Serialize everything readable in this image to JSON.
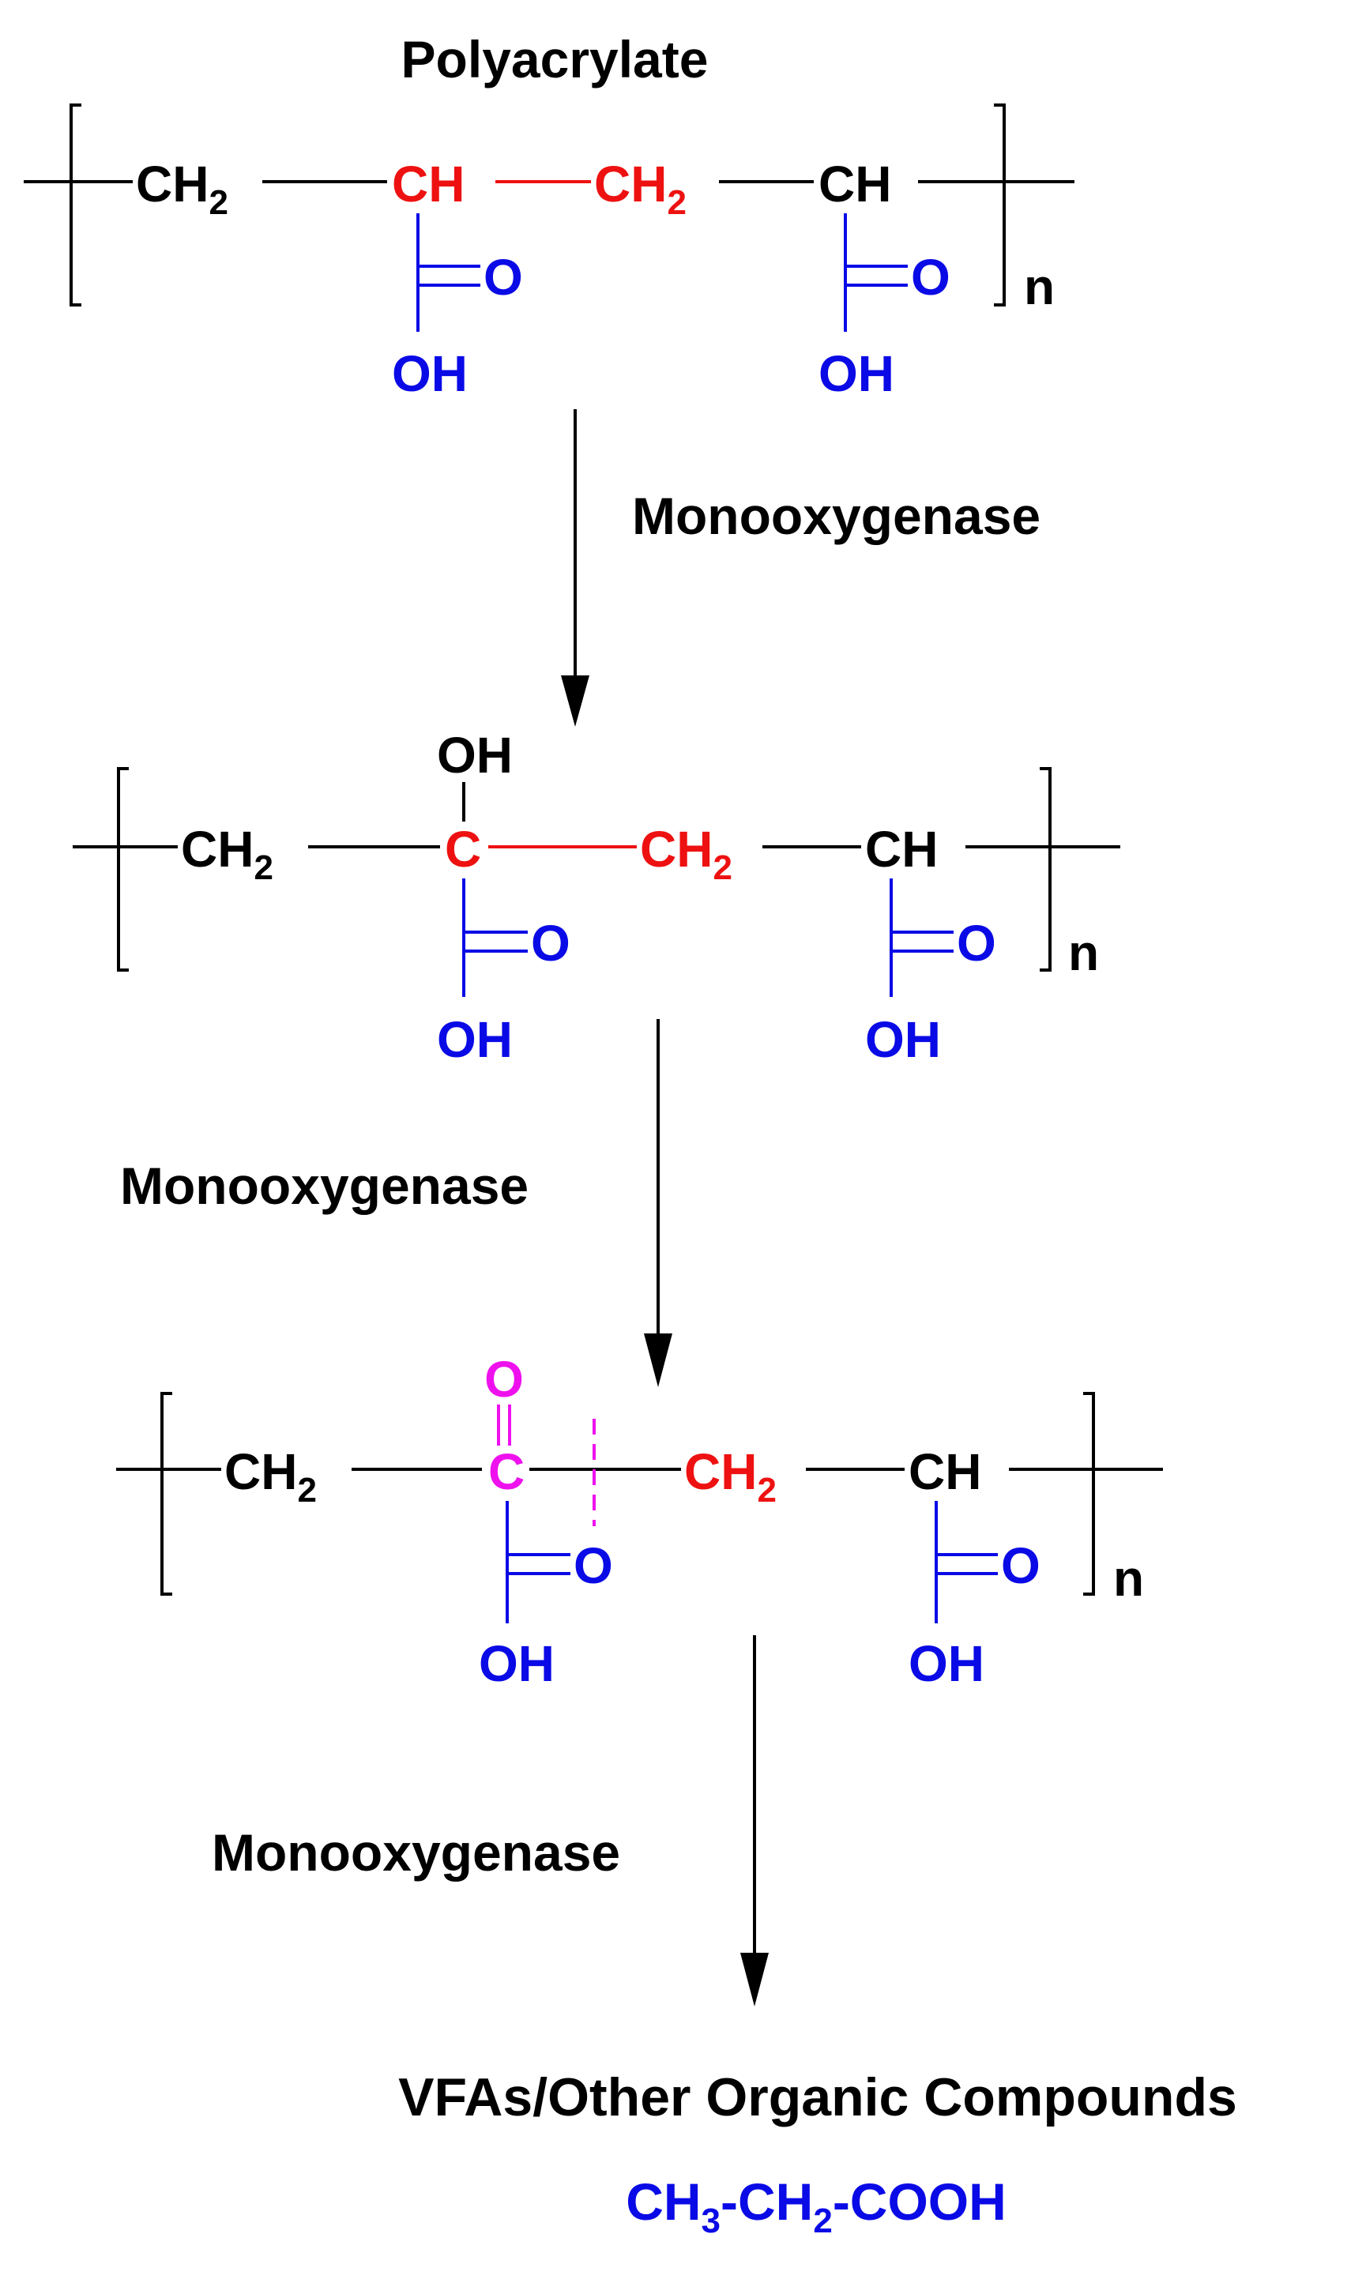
{
  "colors": {
    "backbone": "#000000",
    "reactive": "#ee1111",
    "carboxyl": "#0a0ae6",
    "ketone": "#ee11ee"
  },
  "title": "Polyacrylate",
  "steps": [
    {
      "enzyme": "Monooxygenase"
    },
    {
      "enzyme": "Monooxygenase"
    },
    {
      "enzyme": "Monooxygenase"
    }
  ],
  "structures": [
    {
      "name": "polyacrylate",
      "ch2_left": {
        "main": "CH",
        "sub": "2"
      },
      "c_center": "CH",
      "ch2_right": {
        "main": "CH",
        "sub": "2"
      },
      "ch_end": "CH",
      "sub_top": "",
      "acid_left": {
        "o": "O",
        "oh": "OH"
      },
      "acid_right": {
        "o": "O",
        "oh": "OH"
      },
      "repeat": "n"
    },
    {
      "name": "hydroxylated-polyacrylate",
      "ch2_left": {
        "main": "CH",
        "sub": "2"
      },
      "c_center": "C",
      "ch2_right": {
        "main": "CH",
        "sub": "2"
      },
      "ch_end": "CH",
      "sub_top": "OH",
      "acid_left": {
        "o": "O",
        "oh": "OH"
      },
      "acid_right": {
        "o": "O",
        "oh": "OH"
      },
      "repeat": "n"
    },
    {
      "name": "keto-polyacrylate",
      "ch2_left": {
        "main": "CH",
        "sub": "2"
      },
      "c_center": "C",
      "ch2_right": {
        "main": "CH",
        "sub": "2"
      },
      "ch_end": "CH",
      "sub_top": "O",
      "acid_left": {
        "o": "O",
        "oh": "OH"
      },
      "acid_right": {
        "o": "O",
        "oh": "OH"
      },
      "repeat": "n"
    }
  ],
  "product": {
    "label": "VFAs/Other Organic Compounds",
    "formula": {
      "p1": "CH",
      "s1": "3",
      "p2": "-CH",
      "s2": "2",
      "p3": "-COOH"
    }
  }
}
